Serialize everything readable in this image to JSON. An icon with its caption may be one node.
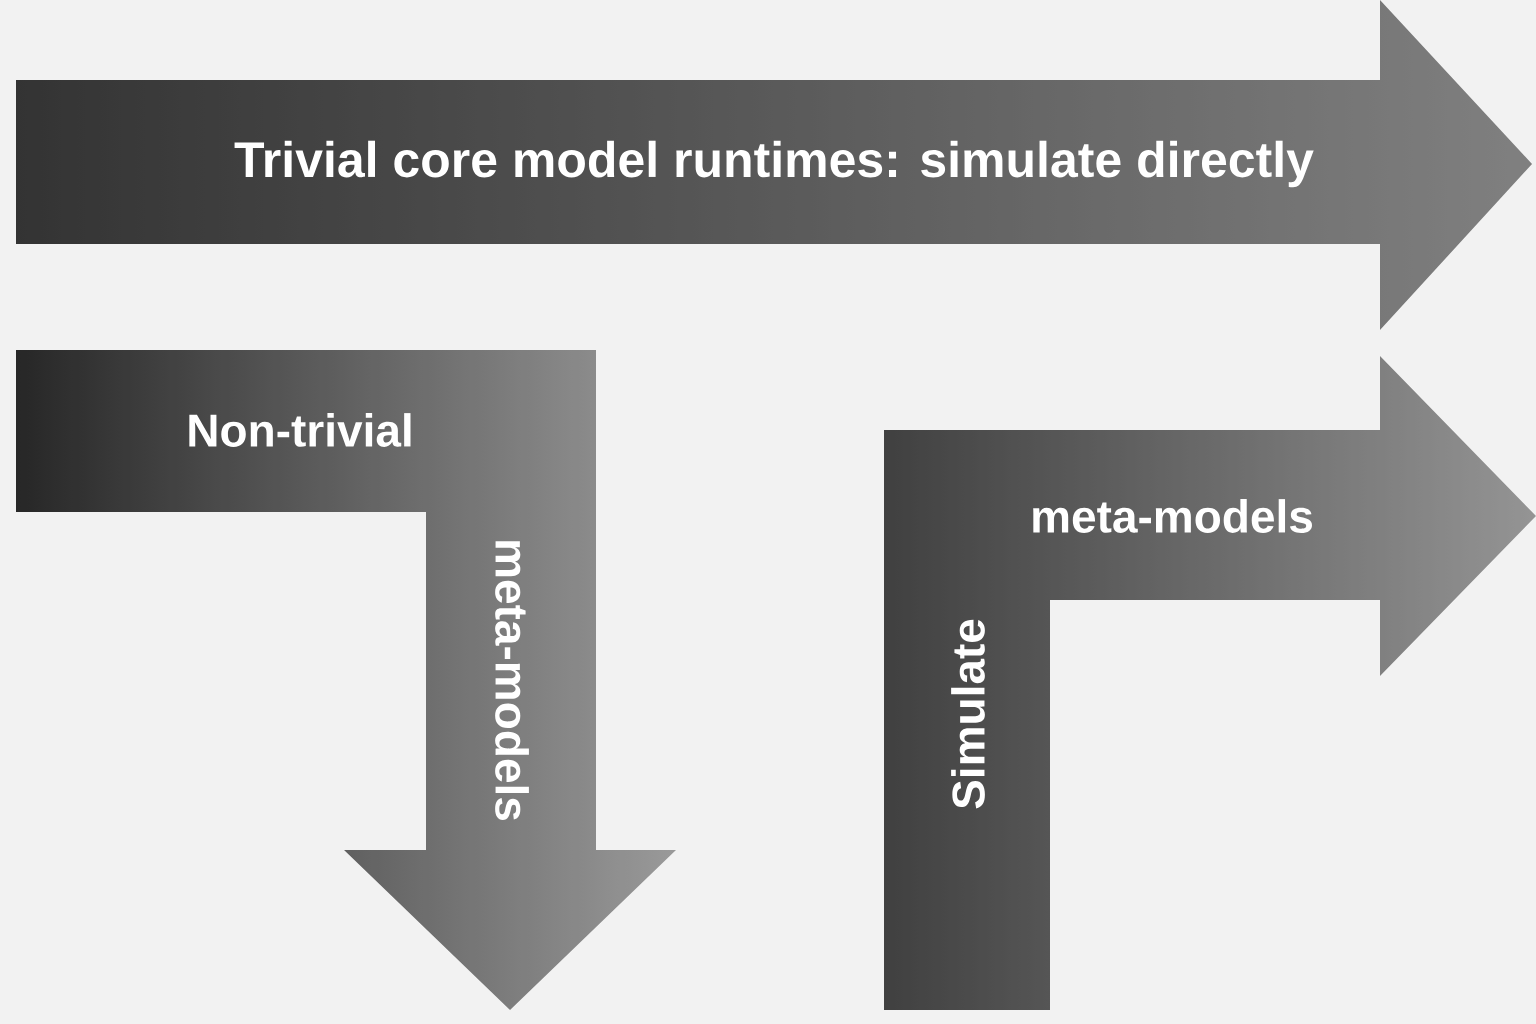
{
  "diagram": {
    "nodes": [
      {
        "text": [
          "Trivial core model runtimes: simulate directly"
        ]
      },
      {
        "text": [
          "Non-trivial",
          "meta-models"
        ]
      },
      {
        "text": [
          "Simulate",
          "meta-models"
        ]
      }
    ]
  }
}
